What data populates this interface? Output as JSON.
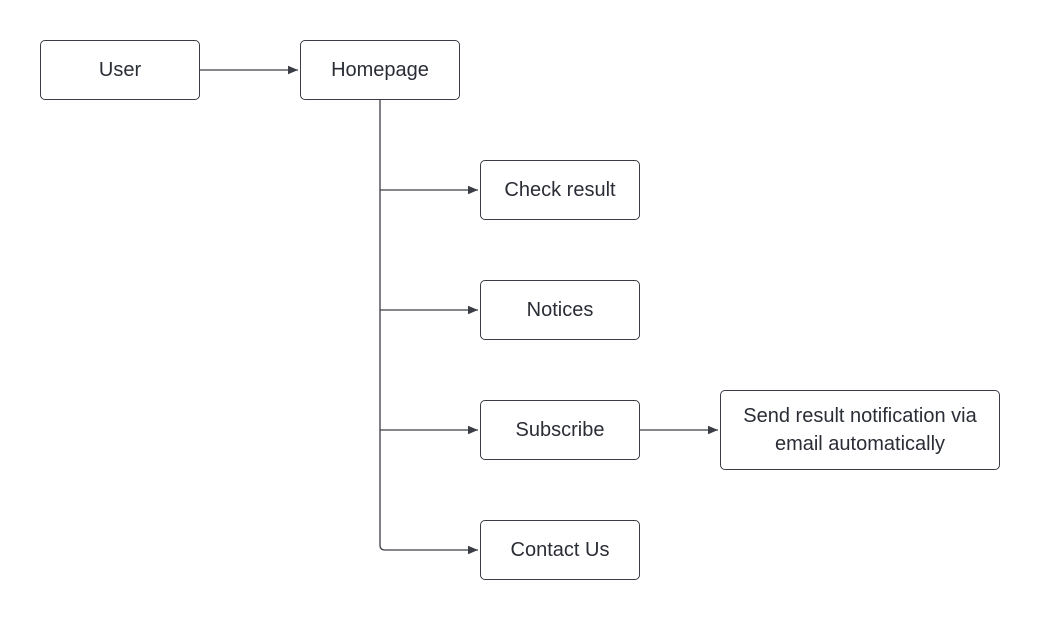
{
  "diagram": {
    "nodes": {
      "user": "User",
      "homepage": "Homepage",
      "check_result": "Check result",
      "notices": "Notices",
      "subscribe": "Subscribe",
      "contact_us": "Contact Us",
      "email_notification": "Send result notification via email automatically"
    },
    "edges": [
      {
        "from": "User",
        "to": "Homepage"
      },
      {
        "from": "Homepage",
        "to": "Check result"
      },
      {
        "from": "Homepage",
        "to": "Notices"
      },
      {
        "from": "Homepage",
        "to": "Subscribe"
      },
      {
        "from": "Homepage",
        "to": "Contact Us"
      },
      {
        "from": "Subscribe",
        "to": "Send result notification via email automatically"
      }
    ],
    "colors": {
      "stroke": "#3a3d45",
      "text": "#2a2d35",
      "background": "#ffffff"
    }
  }
}
